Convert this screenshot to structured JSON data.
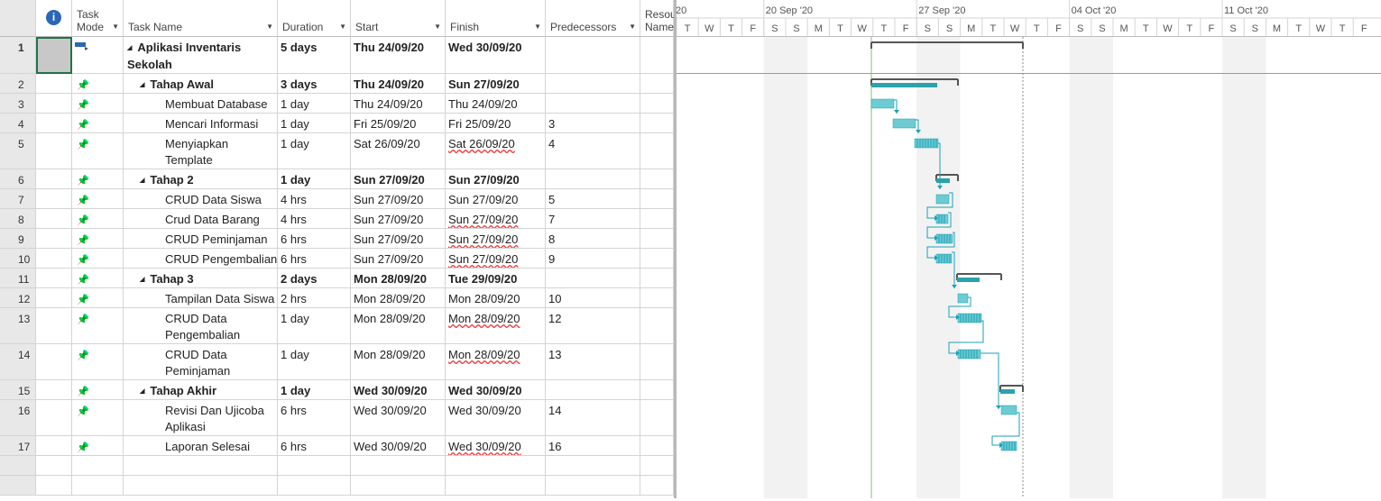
{
  "columns": {
    "info_icon": "i",
    "task_mode": [
      "Task",
      "Mode"
    ],
    "task_name": "Task Name",
    "duration": "Duration",
    "start": "Start",
    "finish": "Finish",
    "predecessors": "Predecessors",
    "resource": [
      "Resou",
      "Name"
    ]
  },
  "rows": [
    {
      "id": "1",
      "name": "Aplikasi Inventaris Sekolah",
      "duration": "5 days",
      "start": "Thu 24/09/20",
      "finish": "Wed 30/09/20",
      "pred": "",
      "level": 0,
      "summary": true,
      "mode_icon": "summary-task-mode-icon"
    },
    {
      "id": "2",
      "name": "Tahap Awal",
      "duration": "3 days",
      "start": "Thu 24/09/20",
      "finish": "Sun 27/09/20",
      "pred": "",
      "level": 1,
      "summary": true,
      "mode_icon": "manual-pin-icon"
    },
    {
      "id": "3",
      "name": "Membuat Database",
      "duration": "1 day",
      "start": "Thu 24/09/20",
      "finish": "Thu 24/09/20",
      "pred": "",
      "level": 2,
      "summary": false,
      "mode_icon": "manual-pin-icon"
    },
    {
      "id": "4",
      "name": "Mencari Informasi",
      "duration": "1 day",
      "start": "Fri 25/09/20",
      "finish": "Fri 25/09/20",
      "pred": "3",
      "level": 2,
      "summary": false,
      "mode_icon": "manual-pin-icon"
    },
    {
      "id": "5",
      "name": "Menyiapkan Template",
      "duration": "1 day",
      "start": "Sat 26/09/20",
      "finish": "Sat 26/09/20",
      "pred": "4",
      "level": 2,
      "summary": false,
      "mode_icon": "manual-pin-icon"
    },
    {
      "id": "6",
      "name": "Tahap 2",
      "duration": "1 day",
      "start": "Sun 27/09/20",
      "finish": "Sun 27/09/20",
      "pred": "",
      "level": 1,
      "summary": true,
      "mode_icon": "manual-pin-icon"
    },
    {
      "id": "7",
      "name": "CRUD Data Siswa",
      "duration": "4 hrs",
      "start": "Sun 27/09/20",
      "finish": "Sun 27/09/20",
      "pred": "5",
      "level": 2,
      "summary": false,
      "mode_icon": "manual-pin-icon"
    },
    {
      "id": "8",
      "name": "Crud Data Barang",
      "duration": "4 hrs",
      "start": "Sun 27/09/20",
      "finish": "Sun 27/09/20",
      "pred": "7",
      "level": 2,
      "summary": false,
      "mode_icon": "manual-pin-icon"
    },
    {
      "id": "9",
      "name": "CRUD Peminjaman",
      "duration": "6 hrs",
      "start": "Sun 27/09/20",
      "finish": "Sun 27/09/20",
      "pred": "8",
      "level": 2,
      "summary": false,
      "mode_icon": "manual-pin-icon"
    },
    {
      "id": "10",
      "name": "CRUD Pengembalian",
      "duration": "6 hrs",
      "start": "Sun 27/09/20",
      "finish": "Sun 27/09/20",
      "pred": "9",
      "level": 2,
      "summary": false,
      "mode_icon": "manual-pin-icon"
    },
    {
      "id": "11",
      "name": "Tahap 3",
      "duration": "2 days",
      "start": "Mon 28/09/20",
      "finish": "Tue 29/09/20",
      "pred": "",
      "level": 1,
      "summary": true,
      "mode_icon": "manual-pin-icon"
    },
    {
      "id": "12",
      "name": "Tampilan Data Siswa",
      "duration": "2 hrs",
      "start": "Mon 28/09/20",
      "finish": "Mon 28/09/20",
      "pred": "10",
      "level": 2,
      "summary": false,
      "mode_icon": "manual-pin-icon"
    },
    {
      "id": "13",
      "name": "CRUD Data Pengembalian",
      "duration": "1 day",
      "start": "Mon 28/09/20",
      "finish": "Mon 28/09/20",
      "pred": "12",
      "level": 2,
      "summary": false,
      "mode_icon": "manual-pin-icon"
    },
    {
      "id": "14",
      "name": "CRUD Data Peminjaman",
      "duration": "1 day",
      "start": "Mon 28/09/20",
      "finish": "Mon 28/09/20",
      "pred": "13",
      "level": 2,
      "summary": false,
      "mode_icon": "manual-pin-icon"
    },
    {
      "id": "15",
      "name": "Tahap Akhir",
      "duration": "1 day",
      "start": "Wed 30/09/20",
      "finish": "Wed 30/09/20",
      "pred": "",
      "level": 1,
      "summary": true,
      "mode_icon": "manual-pin-icon"
    },
    {
      "id": "16",
      "name": "Revisi Dan Ujicoba Aplikasi",
      "duration": "6 hrs",
      "start": "Wed 30/09/20",
      "finish": "Wed 30/09/20",
      "pred": "14",
      "level": 2,
      "summary": false,
      "mode_icon": "manual-pin-icon"
    },
    {
      "id": "17",
      "name": "Laporan Selesai",
      "duration": "6 hrs",
      "start": "Wed 30/09/20",
      "finish": "Wed 30/09/20",
      "pred": "16",
      "level": 2,
      "summary": false,
      "mode_icon": "manual-pin-icon"
    }
  ],
  "timescale": {
    "weeks": [
      "20",
      "20 Sep '20",
      "27 Sep '20",
      "04 Oct '20",
      "11 Oct '20"
    ],
    "day_letters": [
      "T",
      "W",
      "T",
      "F",
      "S",
      "S",
      "M",
      "T",
      "W",
      "T",
      "F",
      "S",
      "S",
      "M",
      "T",
      "W",
      "T",
      "F",
      "S",
      "S",
      "M",
      "T",
      "W",
      "T",
      "F",
      "S",
      "S",
      "M",
      "T",
      "W",
      "T",
      "F"
    ]
  },
  "colors": {
    "bar_fill": "#6dcbd3",
    "bar_dark": "#1ba1b6",
    "summary_bar": "#555555",
    "summary_progress": "#2aa3ab",
    "weekend_shade": "#f2f2f2",
    "today_line": "#7fbf7f",
    "selected_row": "#c8c8c8"
  }
}
